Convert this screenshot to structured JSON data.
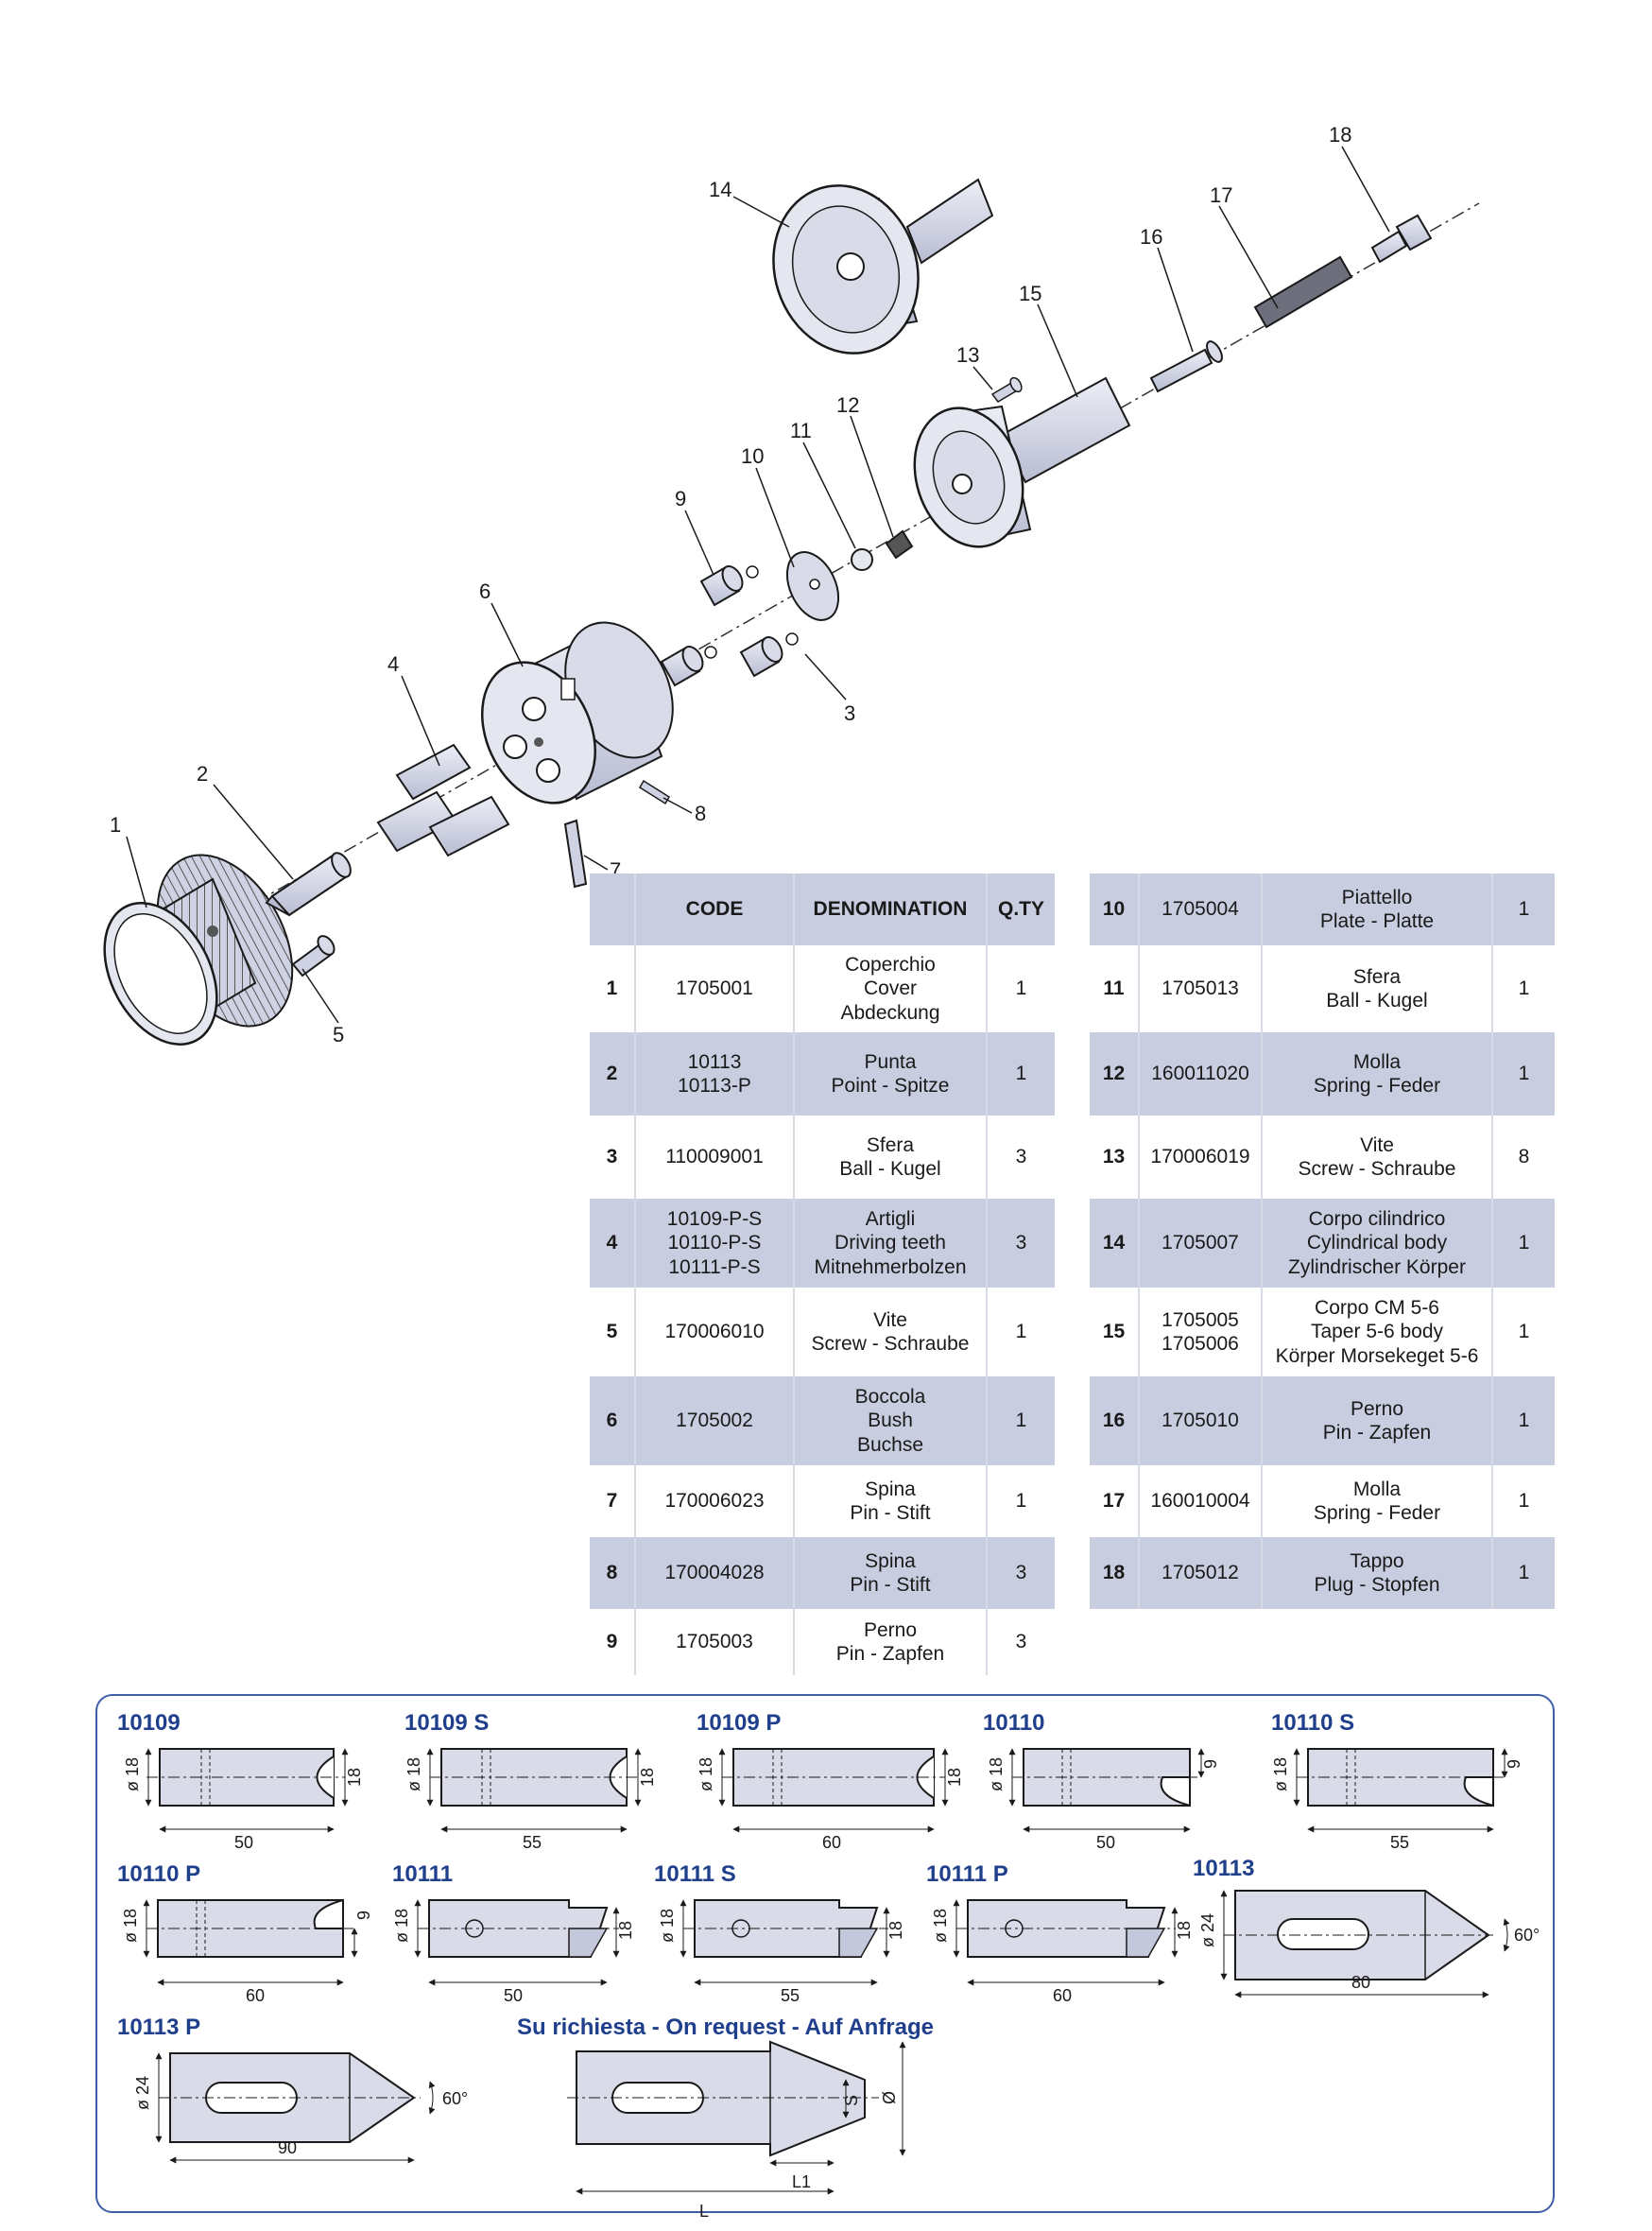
{
  "callouts": [
    "1",
    "2",
    "3",
    "4",
    "5",
    "6",
    "7",
    "8",
    "9",
    "10",
    "11",
    "12",
    "13",
    "14",
    "15",
    "16",
    "17",
    "18"
  ],
  "table": {
    "headers": {
      "code": "CODE",
      "denomination": "DENOMINATION",
      "qty": "Q.TY"
    },
    "left_rows": [
      {
        "pos": "1",
        "code": "1705001",
        "denom": "Coperchio\nCover\nAbdeckung",
        "qty": "1"
      },
      {
        "pos": "2",
        "code": "10113\n10113-P",
        "denom": "Punta\nPoint - Spitze",
        "qty": "1"
      },
      {
        "pos": "3",
        "code": "110009001",
        "denom": "Sfera\nBall - Kugel",
        "qty": "3"
      },
      {
        "pos": "4",
        "code": "10109-P-S\n10110-P-S\n10111-P-S",
        "denom": "Artigli\nDriving teeth\nMitnehmerbolzen",
        "qty": "3"
      },
      {
        "pos": "5",
        "code": "170006010",
        "denom": "Vite\nScrew - Schraube",
        "qty": "1"
      },
      {
        "pos": "6",
        "code": "1705002",
        "denom": "Boccola\nBush\nBuchse",
        "qty": "1"
      },
      {
        "pos": "7",
        "code": "170006023",
        "denom": "Spina\nPin - Stift",
        "qty": "1"
      },
      {
        "pos": "8",
        "code": "170004028",
        "denom": "Spina\nPin - Stift",
        "qty": "3"
      },
      {
        "pos": "9",
        "code": "1705003",
        "denom": "Perno\nPin - Zapfen",
        "qty": "3"
      }
    ],
    "right_rows": [
      {
        "pos": "10",
        "code": "1705004",
        "denom": "Piattello\nPlate - Platte",
        "qty": "1"
      },
      {
        "pos": "11",
        "code": "1705013",
        "denom": "Sfera\nBall - Kugel",
        "qty": "1"
      },
      {
        "pos": "12",
        "code": "160011020",
        "denom": "Molla\nSpring - Feder",
        "qty": "1"
      },
      {
        "pos": "13",
        "code": "170006019",
        "denom": "Vite\nScrew - Schraube",
        "qty": "8"
      },
      {
        "pos": "14",
        "code": "1705007",
        "denom": "Corpo cilindrico\nCylindrical body\nZylindrischer Körper",
        "qty": "1"
      },
      {
        "pos": "15",
        "code": "1705005\n1705006",
        "denom": "Corpo CM 5-6\nTaper 5-6 body\nKörper Morsekeget 5-6",
        "qty": "1"
      },
      {
        "pos": "16",
        "code": "1705010",
        "denom": "Perno\nPin - Zapfen",
        "qty": "1"
      },
      {
        "pos": "17",
        "code": "160010004",
        "denom": "Molla\nSpring - Feder",
        "qty": "1"
      },
      {
        "pos": "18",
        "code": "1705012",
        "denom": "Tappo\nPlug - Stopfen",
        "qty": "1"
      }
    ]
  },
  "variants": {
    "v10109": {
      "name": "10109",
      "d": "ø 18",
      "h": "18",
      "len": "50"
    },
    "v10109s": {
      "name": "10109 S",
      "d": "ø 18",
      "h": "18",
      "len": "55"
    },
    "v10109p": {
      "name": "10109 P",
      "d": "ø 18",
      "h": "18",
      "len": "60"
    },
    "v10110": {
      "name": "10110",
      "d": "ø 18",
      "h": "9",
      "len": "50"
    },
    "v10110s": {
      "name": "10110 S",
      "d": "ø 18",
      "h": "9",
      "len": "55"
    },
    "v10110p": {
      "name": "10110  P",
      "d": "ø 18",
      "h": "9",
      "len": "60"
    },
    "v10111": {
      "name": "10111",
      "d": "ø 18",
      "h": "18",
      "len": "50"
    },
    "v10111s": {
      "name": "10111 S",
      "d": "ø 18",
      "h": "18",
      "len": "55"
    },
    "v10111p": {
      "name": "10111 P",
      "d": "ø 18",
      "h": "18",
      "len": "60"
    },
    "v10113": {
      "name": "10113",
      "d": "ø 24",
      "angle": "60°",
      "len": "80"
    },
    "v10113p": {
      "name": "10113 P",
      "d": "ø 24",
      "angle": "60°",
      "len": "90"
    },
    "request": {
      "title": "Su richiesta - On request - Auf Anfrage",
      "s": "S",
      "o": "Ø",
      "l": "L",
      "l1": "L1"
    }
  },
  "colors": {
    "part_fill": "#d9dbe8",
    "part_stroke": "#1a1a1a",
    "label_blue": "#1f3f8c",
    "table_shade": "#c8cde0",
    "frame": "#3f5fa8"
  }
}
